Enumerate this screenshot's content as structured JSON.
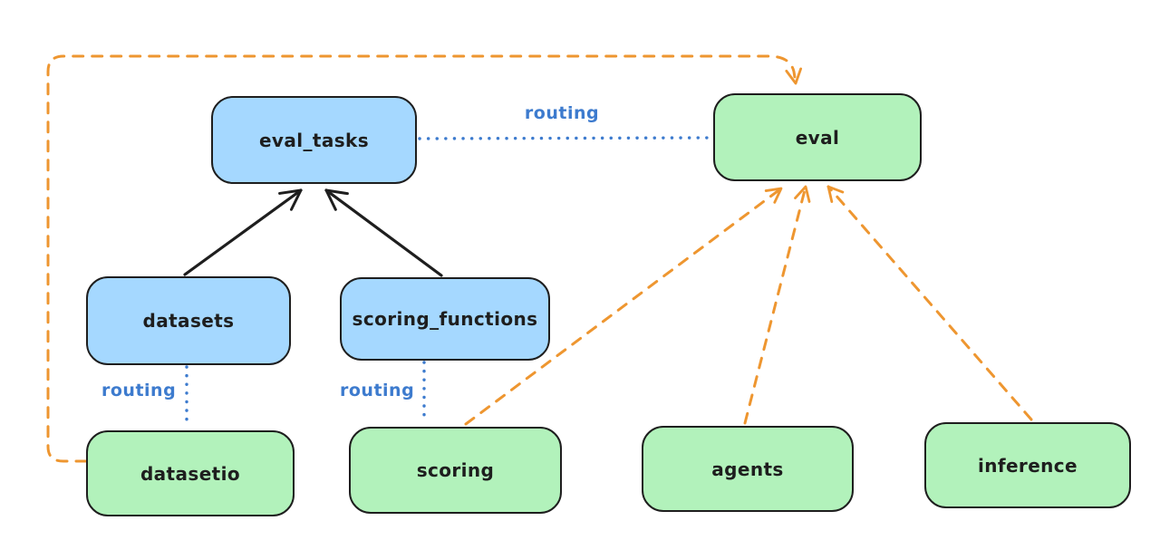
{
  "colors": {
    "background": "#ffffff",
    "stroke": "#1e1e1e",
    "blue_fill": "#a5d8ff",
    "green_fill": "#b2f2bb",
    "routing_blue": "#3d7bce",
    "orange": "#ee9630"
  },
  "nodes": [
    {
      "id": "eval_tasks",
      "label": "eval_tasks",
      "fill": "blue"
    },
    {
      "id": "eval",
      "label": "eval",
      "fill": "green"
    },
    {
      "id": "datasets",
      "label": "datasets",
      "fill": "blue"
    },
    {
      "id": "scoring_functions",
      "label": "scoring_functions",
      "fill": "blue"
    },
    {
      "id": "datasetio",
      "label": "datasetio",
      "fill": "green"
    },
    {
      "id": "scoring",
      "label": "scoring",
      "fill": "green"
    },
    {
      "id": "agents",
      "label": "agents",
      "fill": "green"
    },
    {
      "id": "inference",
      "label": "inference",
      "fill": "green"
    }
  ],
  "edge_labels": [
    {
      "id": "routing-eval_tasks-eval",
      "text": "routing"
    },
    {
      "id": "routing-datasets-datasetio",
      "text": "routing"
    },
    {
      "id": "routing-scoring_functions-scoring",
      "text": "routing"
    }
  ],
  "edges": [
    {
      "from": "datasets",
      "to": "eval_tasks",
      "style": "solid-black-arrow"
    },
    {
      "from": "scoring_functions",
      "to": "eval_tasks",
      "style": "solid-black-arrow"
    },
    {
      "from": "eval_tasks",
      "to": "eval",
      "style": "dotted-blue",
      "label": "routing"
    },
    {
      "from": "datasets",
      "to": "datasetio",
      "style": "dotted-blue",
      "label": "routing"
    },
    {
      "from": "scoring_functions",
      "to": "scoring",
      "style": "dotted-blue",
      "label": "routing"
    },
    {
      "from": "datasetio",
      "to": "eval",
      "style": "dashed-orange-arrow"
    },
    {
      "from": "scoring",
      "to": "eval",
      "style": "dashed-orange-arrow"
    },
    {
      "from": "agents",
      "to": "eval",
      "style": "dashed-orange-arrow"
    },
    {
      "from": "inference",
      "to": "eval",
      "style": "dashed-orange-arrow"
    }
  ]
}
